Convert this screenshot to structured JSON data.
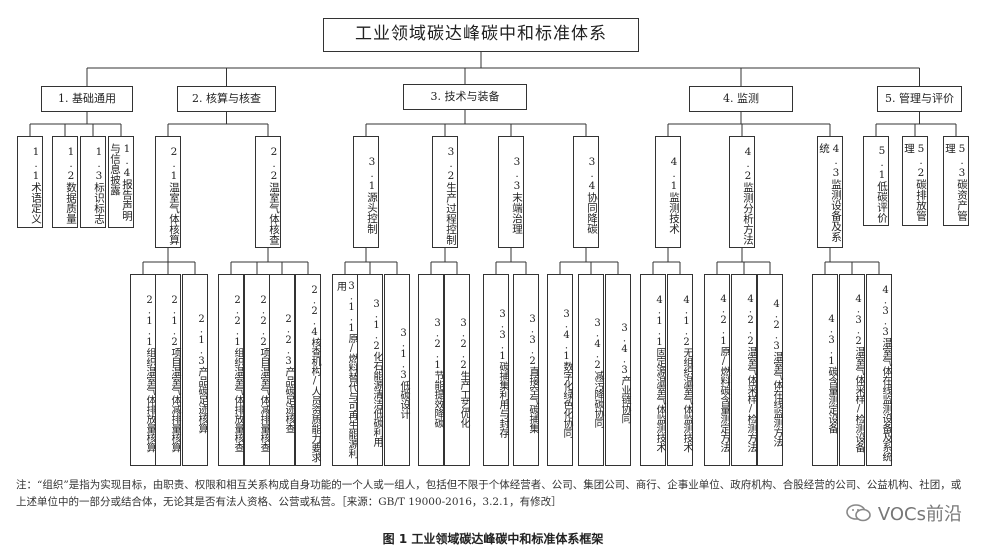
{
  "title": "工业领域碳达峰碳中和标准体系",
  "level1": [
    {
      "label": "1. 基础通用"
    },
    {
      "label": "2. 核算与核查"
    },
    {
      "label": "3. 技术与装备"
    },
    {
      "label": "4. 监测"
    },
    {
      "label": "5. 管理与评价"
    }
  ],
  "level2": [
    {
      "label": "1.1术语定义",
      "parent": 0
    },
    {
      "label": "1.2数据质量",
      "parent": 0
    },
    {
      "label": "1.3标识标志",
      "parent": 0
    },
    {
      "label": "1.4报告声明与信息披露",
      "parent": 0
    },
    {
      "label": "2.1温室气体核算",
      "parent": 1
    },
    {
      "label": "2.2温室气体核查",
      "parent": 1
    },
    {
      "label": "3.1源头控制",
      "parent": 2
    },
    {
      "label": "3.2生产过程控制",
      "parent": 2
    },
    {
      "label": "3.3末端治理",
      "parent": 2
    },
    {
      "label": "3.4协同降碳",
      "parent": 2
    },
    {
      "label": "4.1监测技术",
      "parent": 3
    },
    {
      "label": "4.2监测分析方法",
      "parent": 3
    },
    {
      "label": "4.3监测设备及系统",
      "parent": 3
    },
    {
      "label": "5.1低碳评价",
      "parent": 4
    },
    {
      "label": "5.2碳排放管理",
      "parent": 4
    },
    {
      "label": "5.3碳资产管理",
      "parent": 4
    }
  ],
  "level3": [
    {
      "label": "2.1.1组织温室气体排放量核算",
      "parent": 4
    },
    {
      "label": "2.1.2项目温室气体减排量核算",
      "parent": 4
    },
    {
      "label": "2.1.3产品碳足迹核算",
      "parent": 4
    },
    {
      "label": "2.2.1组织温室气体排放量核查",
      "parent": 5
    },
    {
      "label": "2.2.2项目温室气体减排量核查",
      "parent": 5
    },
    {
      "label": "2.2.3产品碳足迹核查",
      "parent": 5
    },
    {
      "label": "2.2.4核查机构/人员资质能力要求",
      "parent": 5
    },
    {
      "label": "3.1.1原/燃料替代与可再生能源利用",
      "parent": 6
    },
    {
      "label": "3.1.2化石能源清洁低碳利用",
      "parent": 6
    },
    {
      "label": "3.1.3低碳设计",
      "parent": 6
    },
    {
      "label": "3.2.1节能提效降碳",
      "parent": 7
    },
    {
      "label": "3.2.2生产工艺优化",
      "parent": 7
    },
    {
      "label": "3.3.1碳捕集利用与封存",
      "parent": 8
    },
    {
      "label": "3.3.2直接空气碳捕集",
      "parent": 8
    },
    {
      "label": "3.4.1数字化绿色化协同",
      "parent": 9
    },
    {
      "label": "3.4.2减污降碳协同",
      "parent": 9
    },
    {
      "label": "3.4.3产业链协同",
      "parent": 9
    },
    {
      "label": "4.1.1固定源温室气体监测技术",
      "parent": 10
    },
    {
      "label": "4.1.2无组织温室气体监测技术",
      "parent": 10
    },
    {
      "label": "4.2.1原/燃料碳含量测定方法",
      "parent": 11
    },
    {
      "label": "4.2.2温室气体采样/检测方法",
      "parent": 11
    },
    {
      "label": "4.2.3温室气体在线监测方法",
      "parent": 11
    },
    {
      "label": "4.3.1碳含量测定设备",
      "parent": 12
    },
    {
      "label": "4.3.2温室气体采样/检测设备",
      "parent": 12
    },
    {
      "label": "4.3.3温室气体在线监测设备及系统",
      "parent": 12
    }
  ],
  "note": "注：“组织”是指为实现目标，由职责、权限和相互关系构成自身功能的一个人或一组人，包括但不限于个体经营者、公司、集团公司、商行、企事业单位、政府机构、合股经营的公司、公益机构、社团，或上述单位中的一部分或结合体，无论其是否有法人资格、公营或私营。［来源：GB/T 19000-2016，3.2.1，有修改］",
  "caption": "图 1  工业领域碳达峰碳中和标准体系框架",
  "watermark": "VOCs前沿"
}
